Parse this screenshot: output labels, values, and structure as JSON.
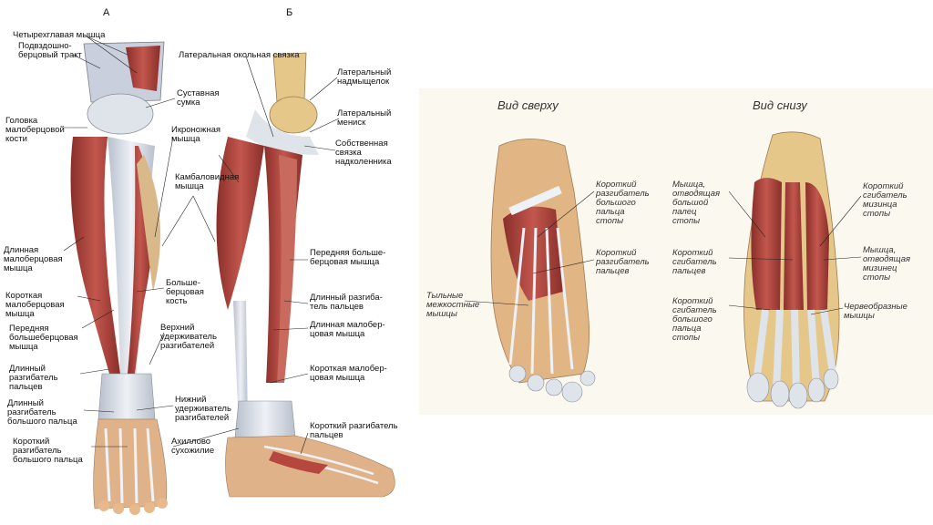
{
  "panels": {
    "a": "А",
    "b": "Б"
  },
  "leg_a_labels": {
    "quadriceps": "Четырехглавая мышца",
    "iliotibial": "Подвздошно-\nберцовый тракт",
    "fibula_head": "Головка\nмалоберцовой\nкости",
    "peroneus_longus": "Длинная\nмалоберцовая\nмышца",
    "peroneus_brevis": "Короткая\nмалоберцовая\nмышца",
    "tibialis_anterior": "Передняя\nбольшеберцовая\nмышца",
    "ext_dig_longus": "Длинный\nразгибатель\nпальцев",
    "ext_hal_longus": "Длинный\nразгибатель\nбольшого пальца",
    "ext_hal_brevis": "Короткий\nразгибатель\nбольшого пальца",
    "joint_capsule": "Суставная\nсумка",
    "tibia": "Больше-\nберцовая\nкость",
    "sup_retinaculum": "Верхний\nудерживатель\nразгибателей",
    "inf_retinaculum": "Нижний\nудерживатель\nразгибателей",
    "achilles": "Ахиллово\nсухожилие"
  },
  "center_labels": {
    "gastrocnemius": "Икроножная\nмышца",
    "soleus": "Камбаловидная\nмышца"
  },
  "leg_b_labels": {
    "lat_ligament": "Латеральная окольная связка",
    "lat_epicondyle": "Латеральный\nнадмыщелок",
    "lat_meniscus": "Латеральный\nмениск",
    "patellar_ligament": "Собственная\nсвязка\nнадколенника",
    "tibialis_anterior": "Передняя больше-\nберцовая мышца",
    "ext_dig_longus": "Длинный разгиба-\nтель пальцев",
    "peroneus_longus": "Длинная малобер-\nцовая мышца",
    "peroneus_brevis": "Короткая малобер-\nцовая мышца",
    "ext_dig_brevis": "Короткий разгибатель\nпальцев"
  },
  "foot_top": {
    "title": "Вид сверху",
    "ext_hal_brevis": "Короткий\nразгибатель\nбольшого\nпальца\nстопы",
    "ext_dig_brevis": "Короткий\nразгибатель\nпальцев",
    "dorsal_interossei": "Тыльные\nмежкостные\nмышцы"
  },
  "foot_bottom": {
    "title": "Вид снизу",
    "abd_hallucis": "Мышца,\nотводящая\nбольшой\nпалец\nстопы",
    "flex_dig_brevis": "Короткий\nсгибатель\nпальцев",
    "flex_hal_brevis": "Короткий\nсгибатель\nбольшого\nпальца\nстопы",
    "flex_dig_min": "Короткий\nсгибатель\nмизинца\nстопы",
    "abd_dig_min": "Мышца,\nотводящая\nмизинец\nстопы",
    "lumbricals": "Червеобразные\nмышцы"
  },
  "colors": {
    "muscle": "#b5473f",
    "muscle_dark": "#8a2e2a",
    "tendon": "#d9dde6",
    "bone": "#e6c78a",
    "skin": "#e8b98c",
    "panel_bg": "#fbf8ef"
  }
}
